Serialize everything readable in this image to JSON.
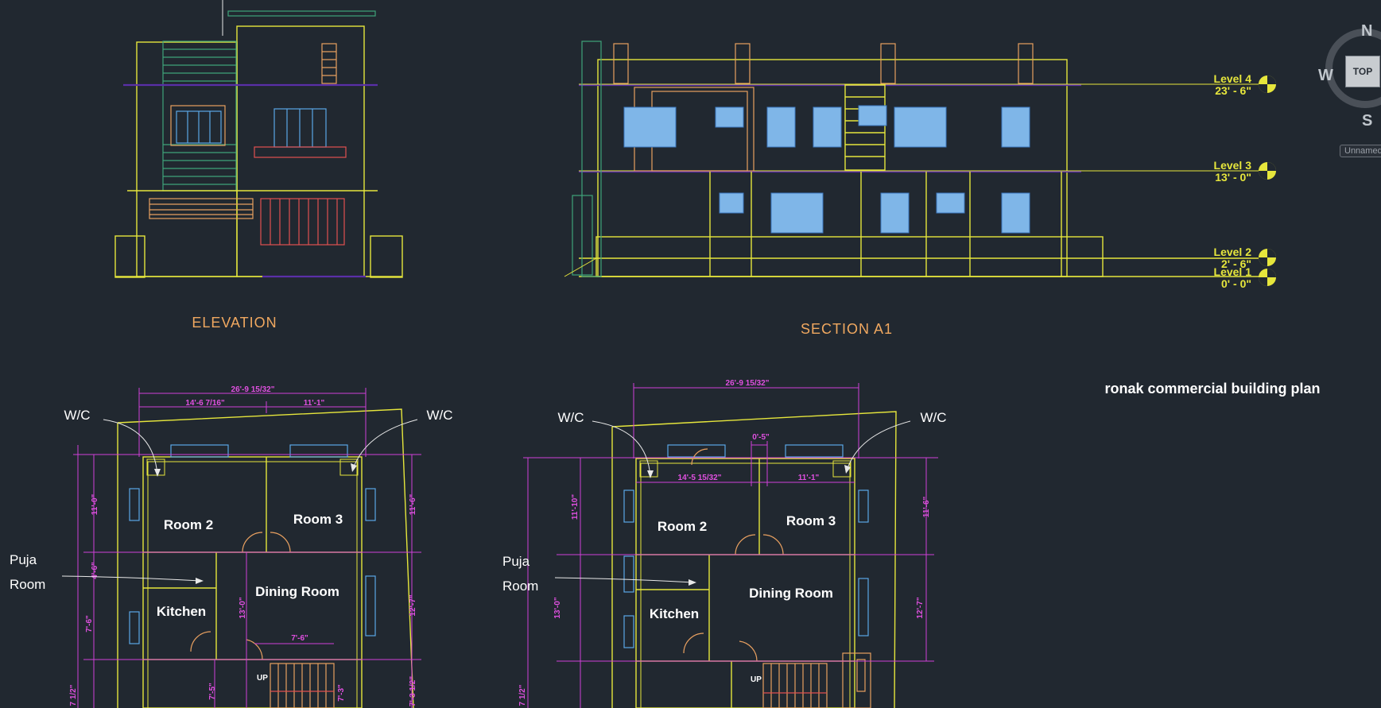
{
  "drawing": {
    "elevation_title": "ELEVATION",
    "section_title": "SECTION   A1",
    "project_title": "ronak commercial building plan"
  },
  "levels": [
    {
      "name": "Level 4",
      "height": "23' - 6\""
    },
    {
      "name": "Level 3",
      "height": "13' - 0\""
    },
    {
      "name": "Level 2",
      "height": "2' - 6\""
    },
    {
      "name": "Level 1",
      "height": "0' - 0\""
    }
  ],
  "plan_left": {
    "dims": {
      "overall": "26'-9 15/32\"",
      "left_room": "14'-6 7/16\"",
      "right_room": "11'-1\"",
      "v1": "11'-0\"",
      "v2": "4'-6\"",
      "v3": "7'-6\"",
      "v4": "13'-0\"",
      "v5": "7'-6\"",
      "v6": "7'-5\"",
      "v7": "7'-3\"",
      "r1": "11'-6\"",
      "r2": "12'-7\"",
      "r3": "7'-3 1/2\"",
      "l_bottom": "7 1/2\""
    },
    "rooms": {
      "room2": "Room 2",
      "room3": "Room 3",
      "dining": "Dining Room",
      "kitchen": "Kitchen",
      "up": "UP"
    },
    "annotations": {
      "wc_left": "W/C",
      "wc_right": "W/C",
      "puja_line1": "Puja",
      "puja_line2": "Room"
    }
  },
  "plan_right": {
    "dims": {
      "overall": "26'-9 15/32\"",
      "small": "0'-5\"",
      "left_room": "14'-5 15/32\"",
      "right_room": "11'-1\"",
      "v1": "11'-10\"",
      "v2": "13'-0\"",
      "r1": "11'-6\"",
      "r2": "12'-7\"",
      "l_bottom": "7 1/2\""
    },
    "rooms": {
      "room2": "Room 2",
      "room3": "Room 3",
      "dining": "Dining Room",
      "kitchen": "Kitchen",
      "up": "UP"
    },
    "annotations": {
      "wc_left": "W/C",
      "wc_right": "W/C",
      "puja_line1": "Puja",
      "puja_line2": "Room"
    }
  },
  "viewcube": {
    "north": "N",
    "west": "W",
    "south": "S",
    "face": "TOP",
    "ucs": "Unnamed"
  },
  "colors": {
    "background": "#212830",
    "walls": "#e6e63c",
    "dimensions": "#d040d8",
    "windows": "#7fb6e8",
    "titles": "#f0a860"
  }
}
